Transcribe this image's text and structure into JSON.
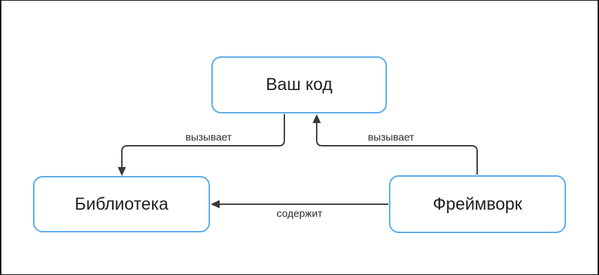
{
  "diagram": {
    "background_color": "#ffffff",
    "node_border_color": "#56a9ea",
    "node_fill_color": "#ffffff",
    "node_text_color": "#212121",
    "edge_color": "#3a3a3a",
    "nodes": [
      {
        "id": "your-code",
        "label": "Ваш код"
      },
      {
        "id": "library",
        "label": "Библиотека"
      },
      {
        "id": "framework",
        "label": "Фреймворк"
      }
    ],
    "edges": [
      {
        "from": "your-code",
        "to": "library",
        "label": "вызывает"
      },
      {
        "from": "framework",
        "to": "your-code",
        "label": "вызывает"
      },
      {
        "from": "framework",
        "to": "library",
        "label": "содержит"
      }
    ]
  }
}
